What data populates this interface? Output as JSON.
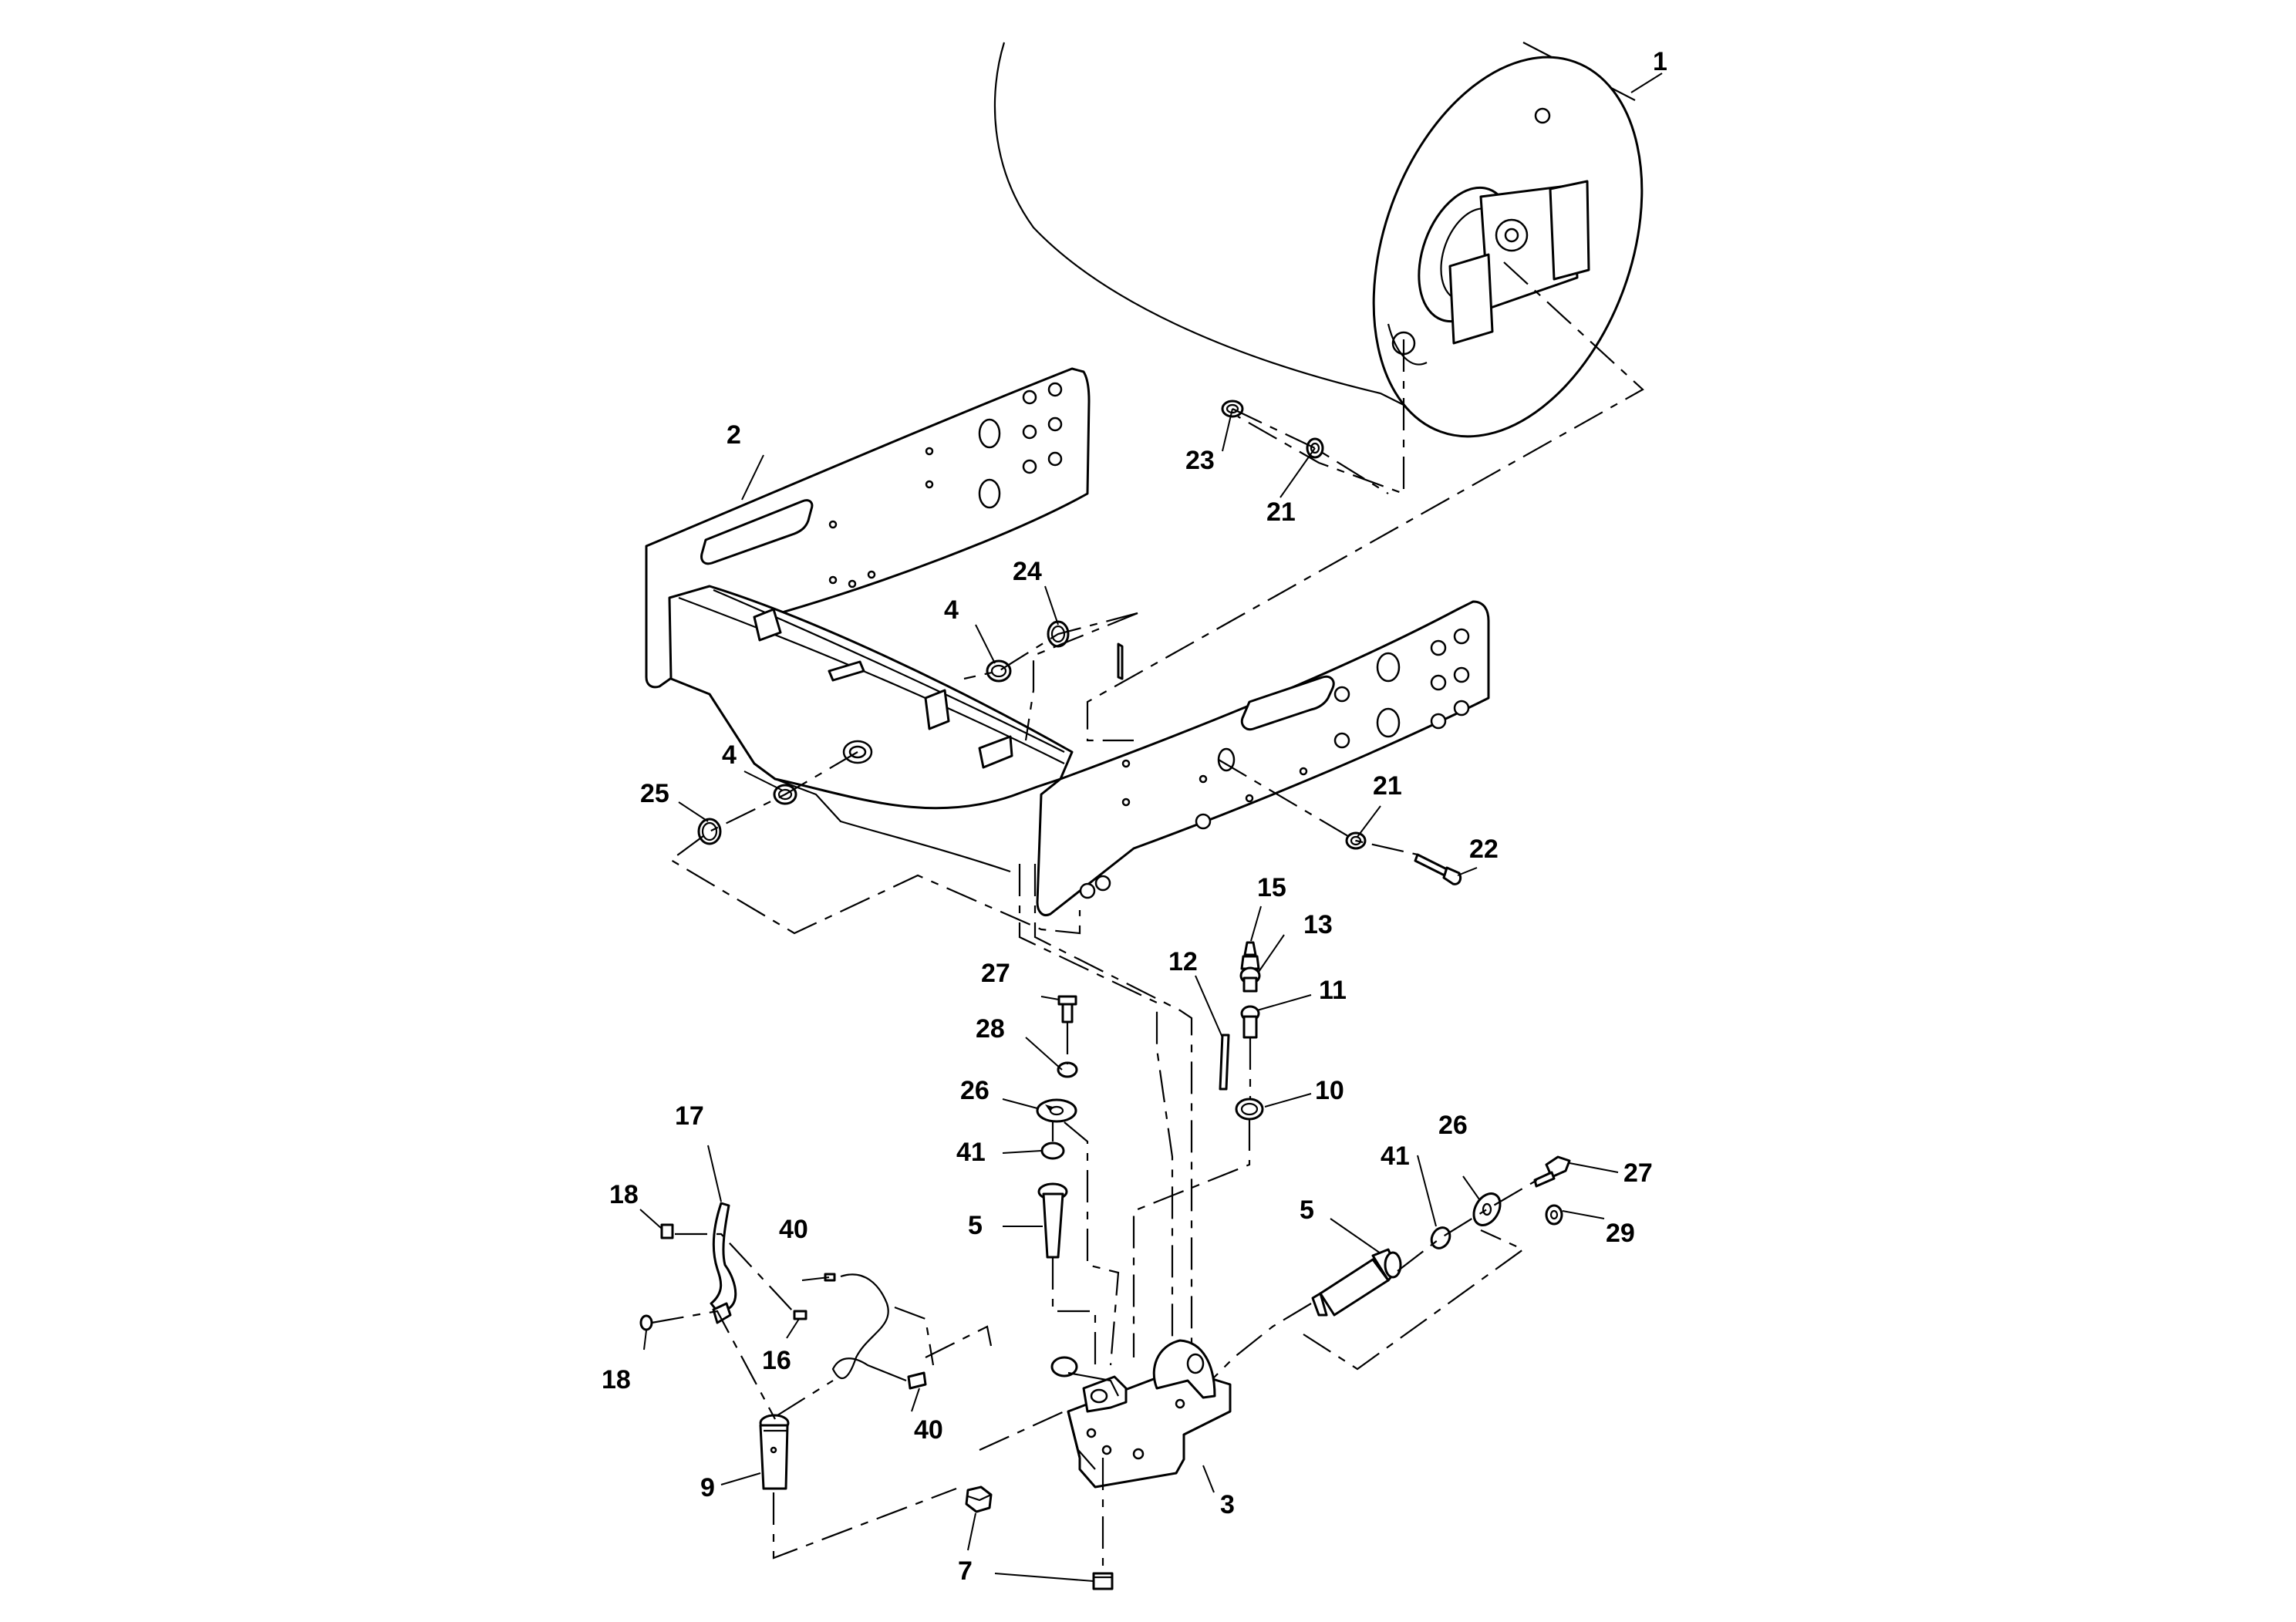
{
  "diagram": {
    "callouts": [
      {
        "id": "c1",
        "text": "1"
      },
      {
        "id": "c2",
        "text": "2"
      },
      {
        "id": "c23",
        "text": "23"
      },
      {
        "id": "c21a",
        "text": "21"
      },
      {
        "id": "c24",
        "text": "24"
      },
      {
        "id": "c4a",
        "text": "4"
      },
      {
        "id": "c4b",
        "text": "4"
      },
      {
        "id": "c25",
        "text": "25"
      },
      {
        "id": "c21b",
        "text": "21"
      },
      {
        "id": "c22",
        "text": "22"
      },
      {
        "id": "c15",
        "text": "15"
      },
      {
        "id": "c13",
        "text": "13"
      },
      {
        "id": "c12",
        "text": "12"
      },
      {
        "id": "c11",
        "text": "11"
      },
      {
        "id": "c27a",
        "text": "27"
      },
      {
        "id": "c28",
        "text": "28"
      },
      {
        "id": "c26a",
        "text": "26"
      },
      {
        "id": "c10",
        "text": "10"
      },
      {
        "id": "c41a",
        "text": "41"
      },
      {
        "id": "c5a",
        "text": "5"
      },
      {
        "id": "c17",
        "text": "17"
      },
      {
        "id": "c18a",
        "text": "18"
      },
      {
        "id": "c40a",
        "text": "40"
      },
      {
        "id": "c16",
        "text": "16"
      },
      {
        "id": "c18b",
        "text": "18"
      },
      {
        "id": "c40b",
        "text": "40"
      },
      {
        "id": "c9",
        "text": "9"
      },
      {
        "id": "c3",
        "text": "3"
      },
      {
        "id": "c7",
        "text": "7"
      },
      {
        "id": "c41b",
        "text": "41"
      },
      {
        "id": "c26b",
        "text": "26"
      },
      {
        "id": "c27b",
        "text": "27"
      },
      {
        "id": "c5b",
        "text": "5"
      },
      {
        "id": "c29",
        "text": "29"
      }
    ]
  }
}
